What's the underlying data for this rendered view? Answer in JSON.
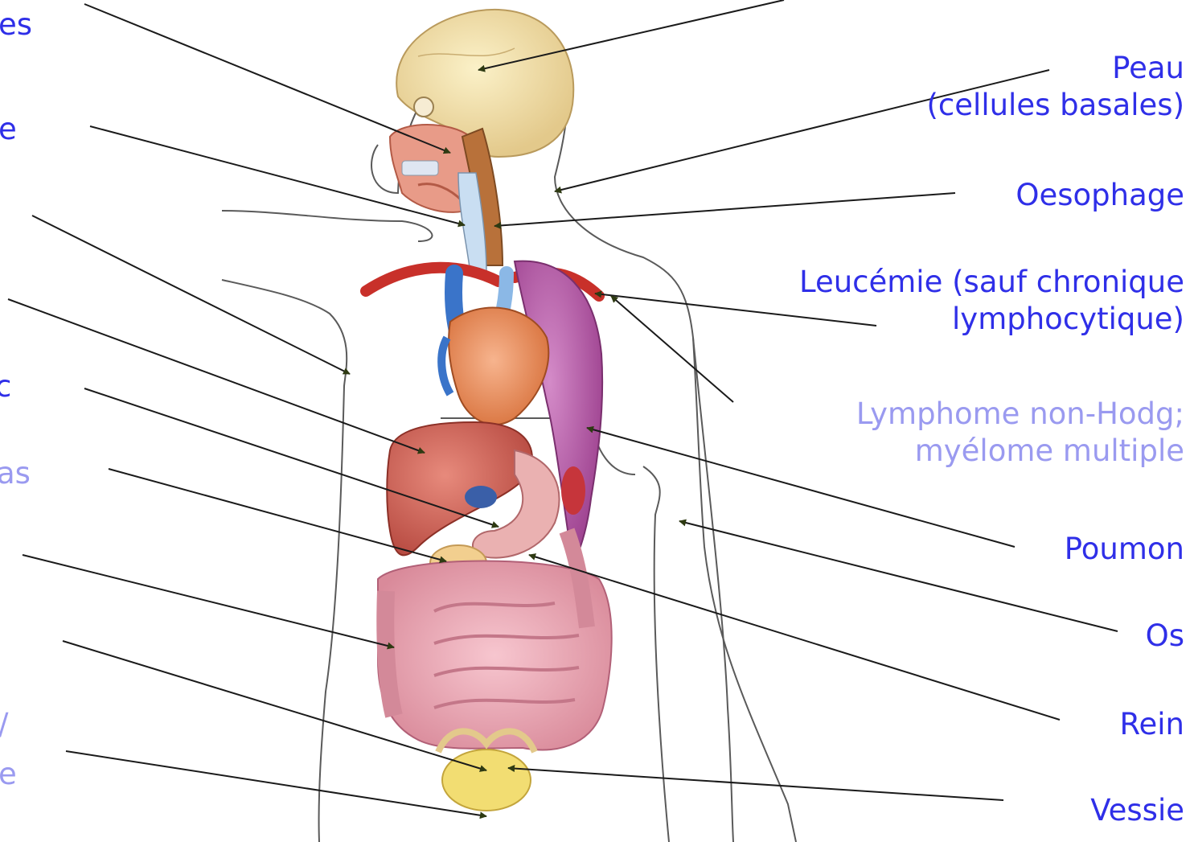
{
  "labels_right": {
    "skin": [
      "Peau",
      "(cellules basales)"
    ],
    "esophagus": "Oesophage",
    "leukemia": [
      "Leucémie (sauf chronique",
      "lymphocytique)"
    ],
    "lymphoma": [
      "Lymphome non-Hodg;",
      "myélome multiple"
    ],
    "lung": "Poumon",
    "bone": "Os",
    "kidney": "Rein",
    "bladder": "Vessie"
  },
  "labels_left_cut": {
    "l1": "es",
    "l2": "e",
    "l3": "c",
    "l4": "as",
    "l5": "/",
    "l6": "e"
  },
  "colors": {
    "label_primary": "#2f2fe8",
    "label_secondary": "#9a9af0",
    "leader_line": "#1a1a1a",
    "arrowhead": "#2e3a12"
  }
}
